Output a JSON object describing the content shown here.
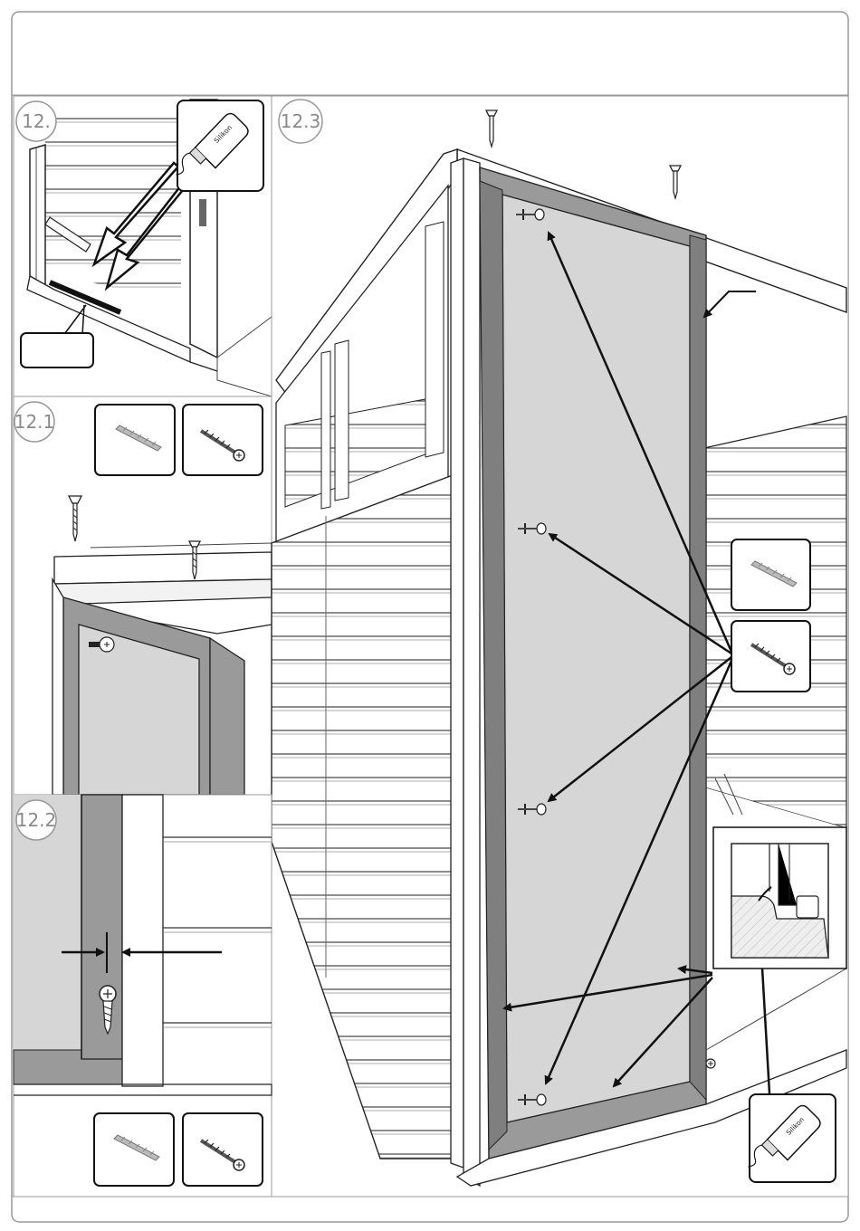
{
  "steps": {
    "s12": "12.",
    "s12_1": "12.1",
    "s12_2": "12.2",
    "s12_3": "12.3"
  },
  "silicone_label": "Silikon",
  "colors": {
    "panel_fill": "#d6d6d6",
    "frame_fill": "#9a9a9a",
    "line": "#1a1a1a",
    "step_text": "#8a8a8a"
  },
  "icons": [
    "silicone-tube-icon",
    "wall-plug-icon",
    "screw-icon"
  ]
}
